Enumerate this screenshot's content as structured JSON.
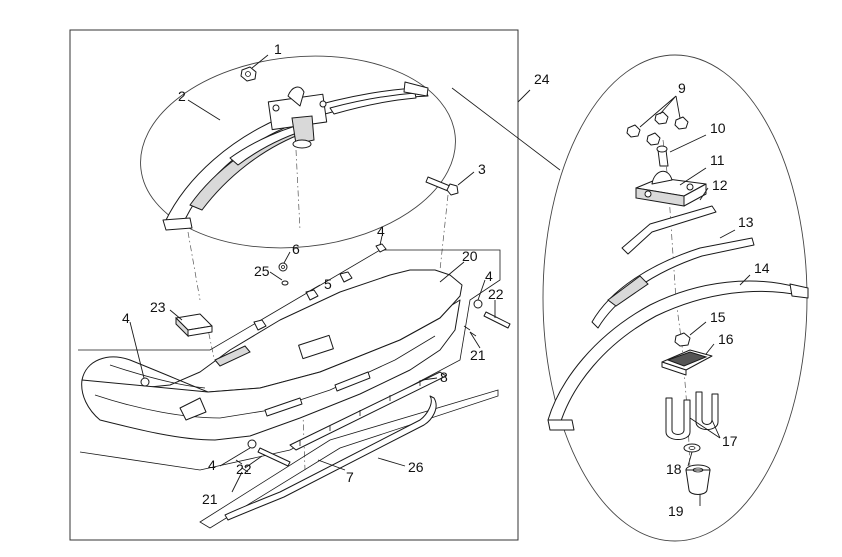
{
  "diagram": {
    "callouts": [
      {
        "id": "c1",
        "label": "1"
      },
      {
        "id": "c2",
        "label": "2"
      },
      {
        "id": "c3",
        "label": "3"
      },
      {
        "id": "c4a",
        "label": "4"
      },
      {
        "id": "c4b",
        "label": "4"
      },
      {
        "id": "c4c",
        "label": "4"
      },
      {
        "id": "c4d",
        "label": "4"
      },
      {
        "id": "c5",
        "label": "5"
      },
      {
        "id": "c6",
        "label": "6"
      },
      {
        "id": "c7",
        "label": "7"
      },
      {
        "id": "c8",
        "label": "8"
      },
      {
        "id": "c9",
        "label": "9"
      },
      {
        "id": "c10",
        "label": "10"
      },
      {
        "id": "c11",
        "label": "11"
      },
      {
        "id": "c12",
        "label": "12"
      },
      {
        "id": "c13",
        "label": "13"
      },
      {
        "id": "c14",
        "label": "14"
      },
      {
        "id": "c15",
        "label": "15"
      },
      {
        "id": "c16",
        "label": "16"
      },
      {
        "id": "c17",
        "label": "17"
      },
      {
        "id": "c18",
        "label": "18"
      },
      {
        "id": "c19",
        "label": "19"
      },
      {
        "id": "c20",
        "label": "20"
      },
      {
        "id": "c21a",
        "label": "21"
      },
      {
        "id": "c21b",
        "label": "21"
      },
      {
        "id": "c22a",
        "label": "22"
      },
      {
        "id": "c22b",
        "label": "22"
      },
      {
        "id": "c23",
        "label": "23"
      },
      {
        "id": "c24",
        "label": "24"
      },
      {
        "id": "c25",
        "label": "25"
      },
      {
        "id": "c26",
        "label": "26"
      }
    ]
  }
}
